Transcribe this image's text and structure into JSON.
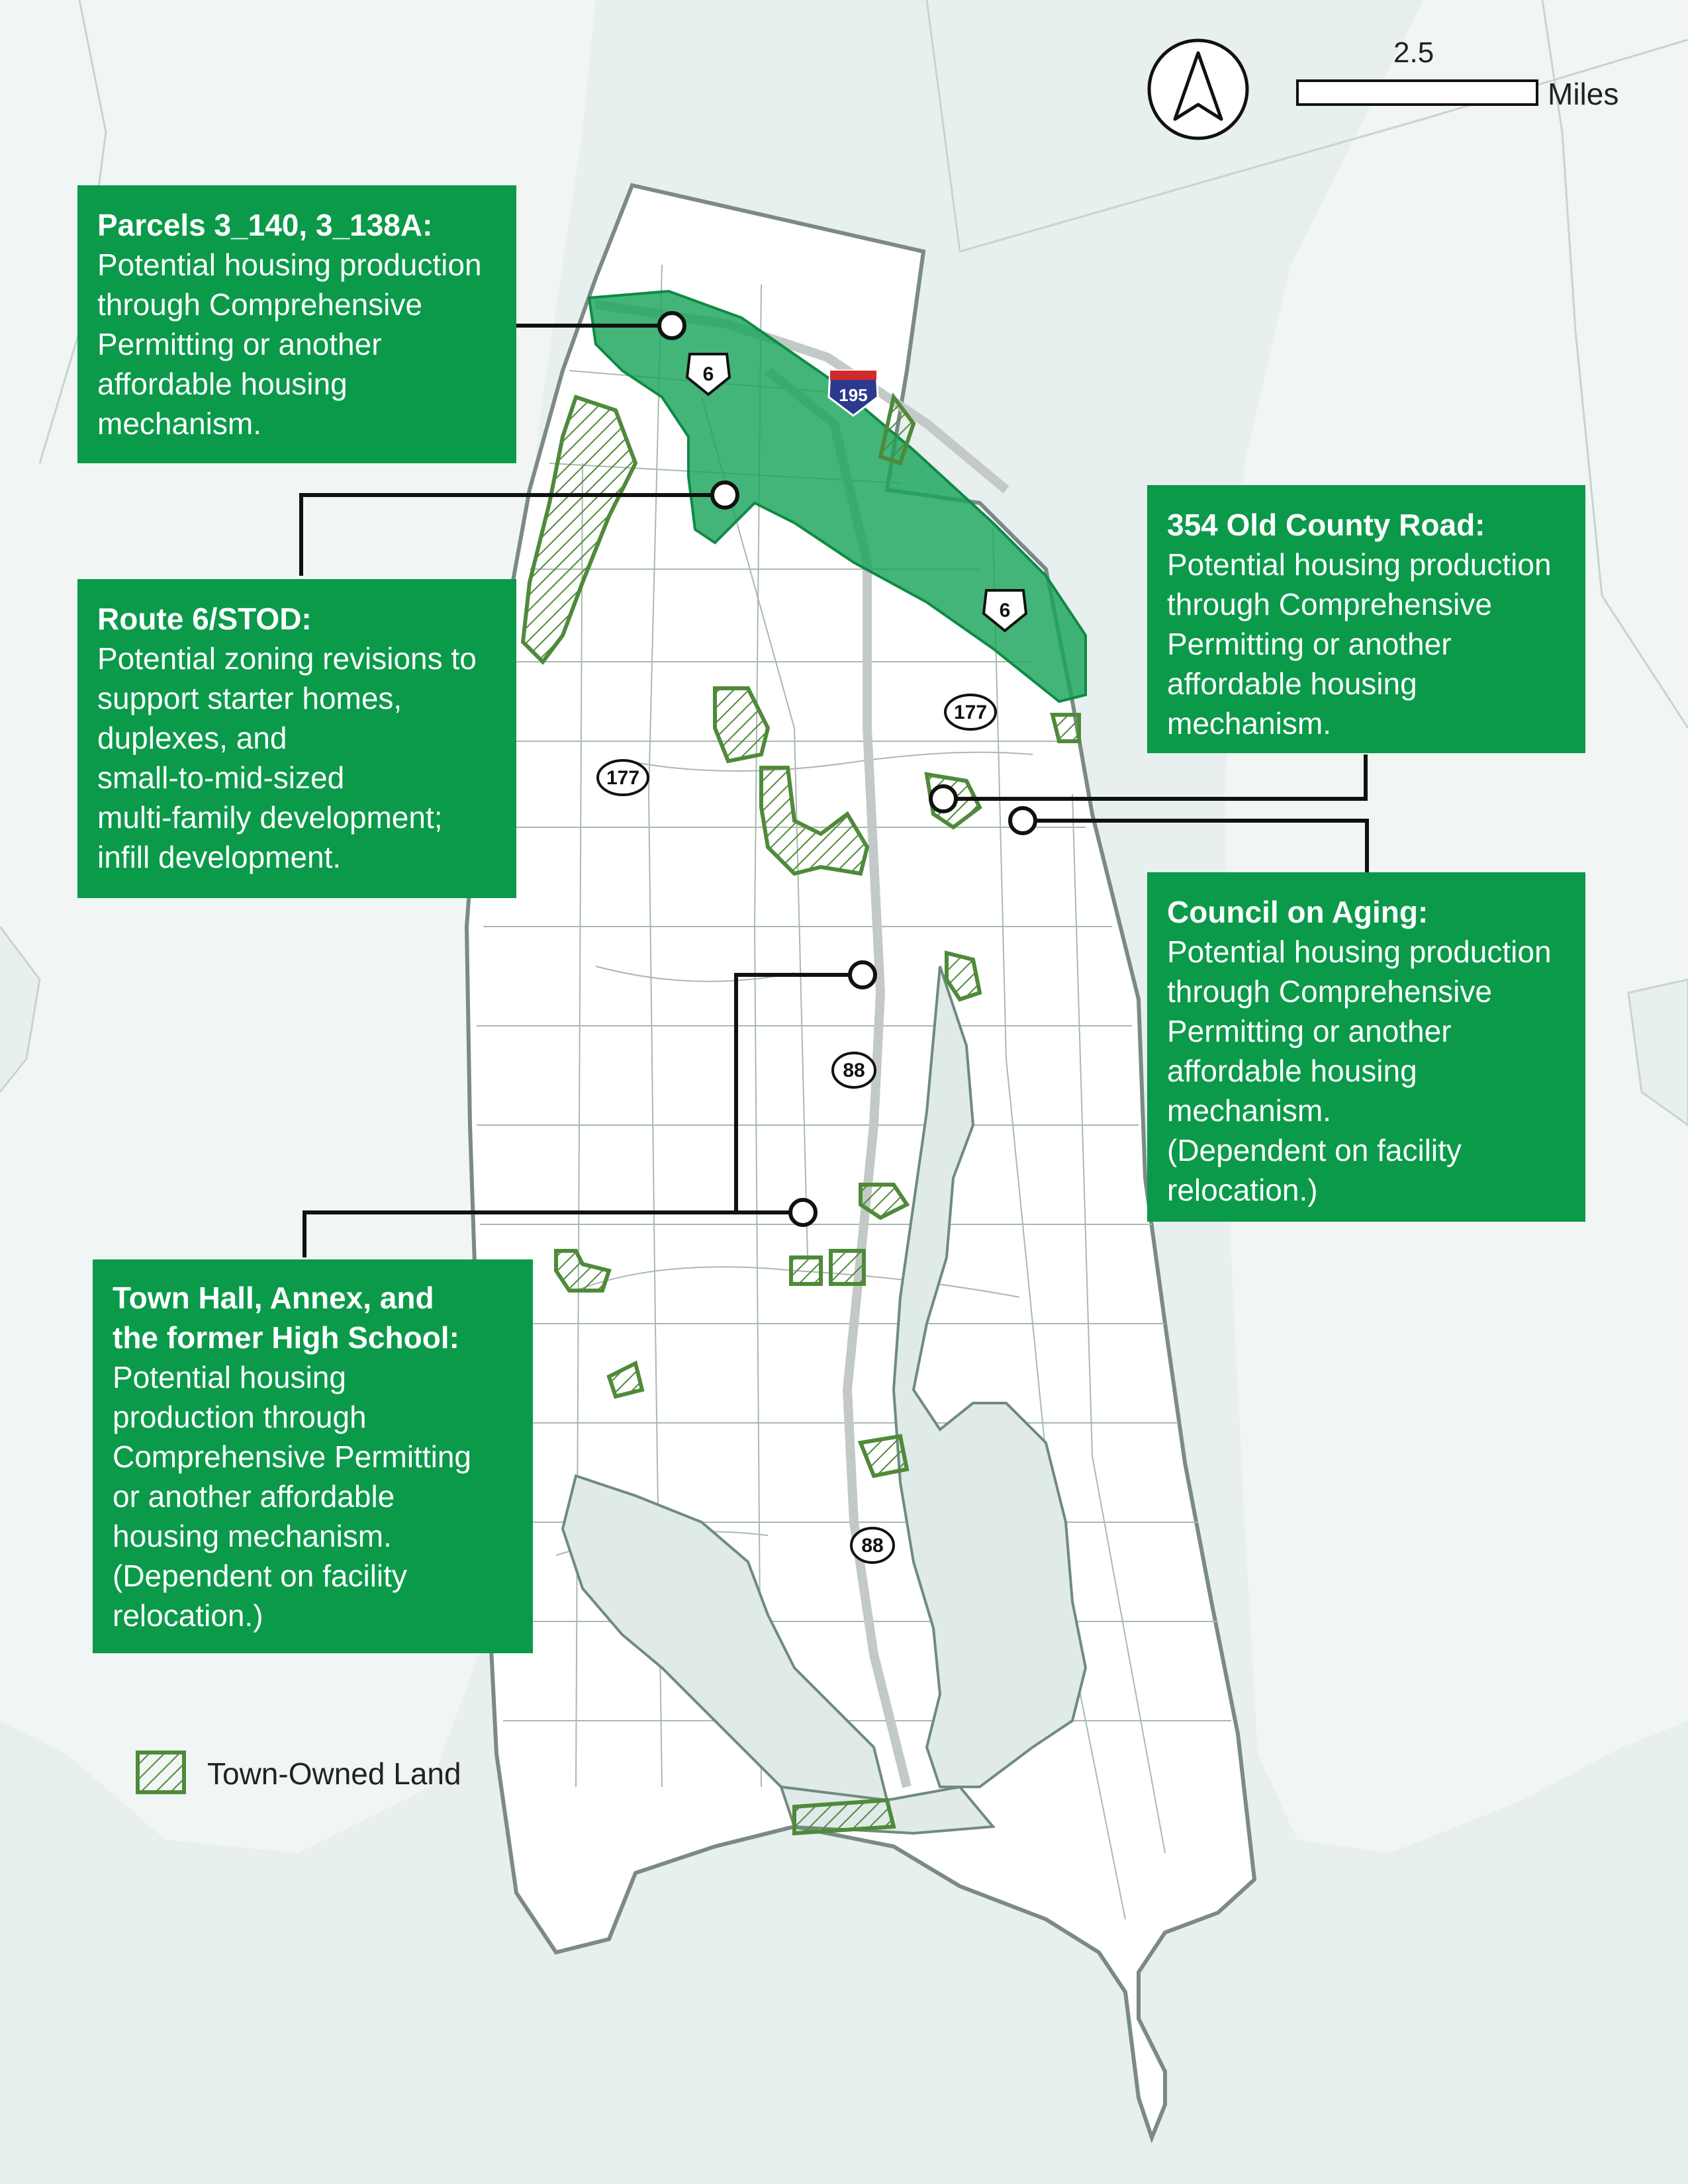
{
  "colors": {
    "background": "#e8efef",
    "land": "#ffffff",
    "callout": "#0a9a4a",
    "highlight": "#1aa55a",
    "town_owned": "#4f8a3a",
    "road_lines": "#8fa49a"
  },
  "north_arrow": {
    "icon": "north-arrow-icon"
  },
  "scale_bar": {
    "value": "2.5",
    "unit": "Miles"
  },
  "route_shields": {
    "us6_a": "6",
    "us6_b": "6",
    "i195": "195",
    "ri177_a": "177",
    "ri177_b": "177",
    "ri88_a": "88",
    "ri88_b": "88"
  },
  "callouts": {
    "parcels": {
      "title": "Parcels 3_140, 3_138A:",
      "body": "Potential housing production\nthrough Comprehensive\nPermitting or another\naffordable housing\nmechanism."
    },
    "route6": {
      "title": "Route 6/STOD:",
      "body": "Potential zoning revisions to\nsupport starter homes,\nduplexes, and\nsmall-to-mid-sized\nmulti-family development;\ninfill development."
    },
    "old_county": {
      "title": "354 Old County Road:",
      "body": "Potential housing production\nthrough Comprehensive\nPermitting or another\naffordable housing\nmechanism."
    },
    "aging": {
      "title": "Council on Aging:",
      "body": "Potential housing production\nthrough Comprehensive\nPermitting or another\naffordable housing\nmechanism.\n(Dependent on facility\nrelocation.)"
    },
    "townhall": {
      "title": "Town Hall, Annex, and\nthe former High School:",
      "body": "Potential housing\nproduction through\nComprehensive Permitting\nor another affordable\nhousing mechanism.\n(Dependent on facility\nrelocation.)"
    }
  },
  "legend": {
    "label": "Town-Owned Land"
  }
}
